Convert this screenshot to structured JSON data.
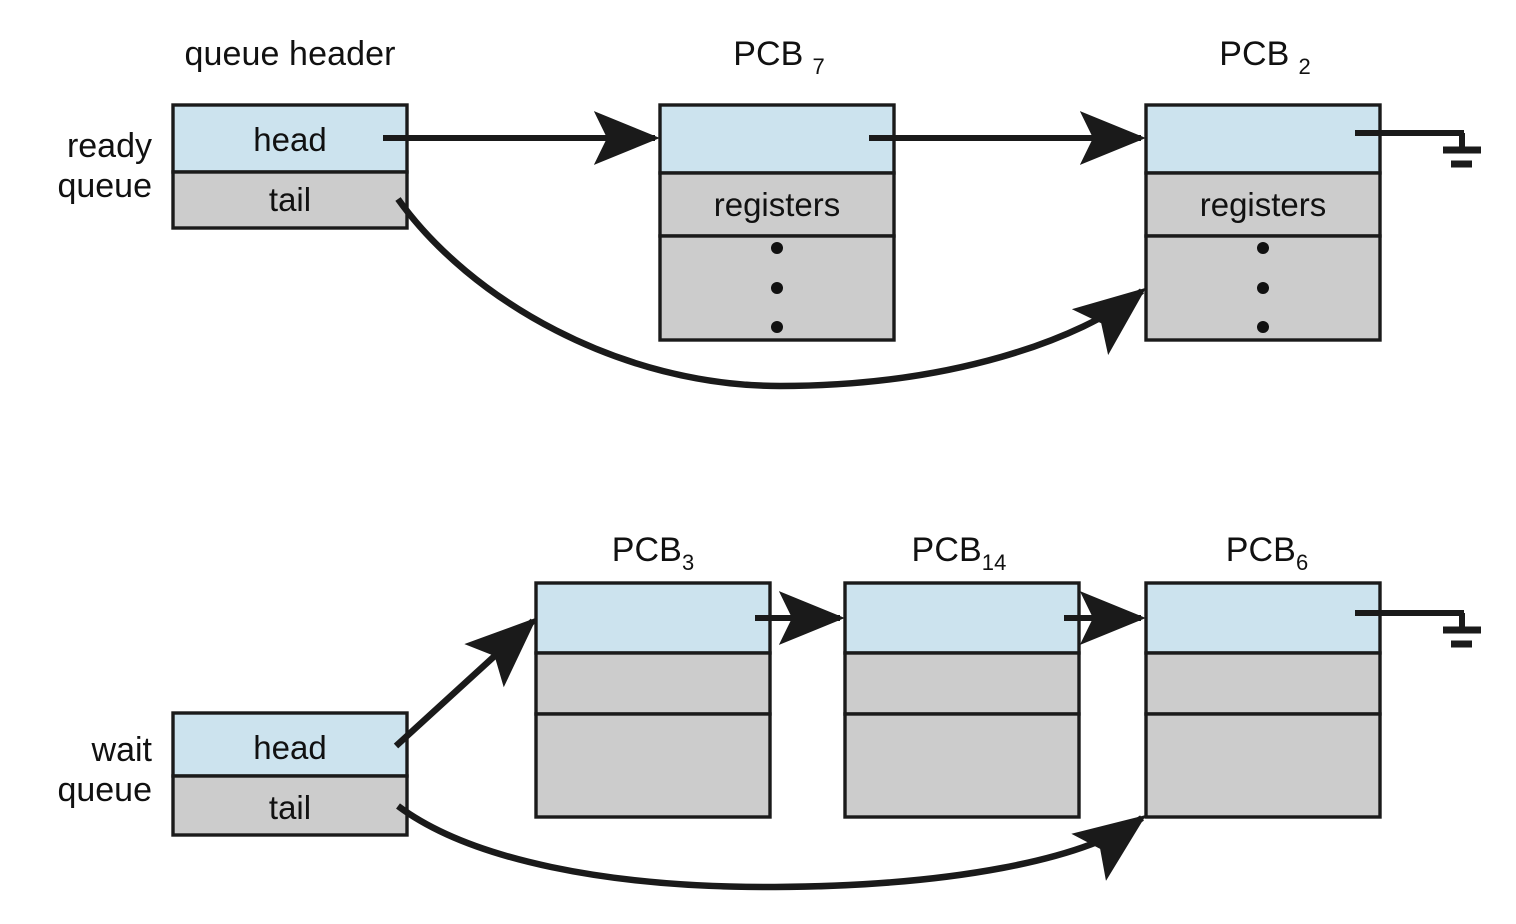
{
  "figure": {
    "title_top": "queue header",
    "colors": {
      "pointer_cell": "#cce3ee",
      "body_cell": "#cccccc",
      "stroke": "#1a1a1a",
      "background": "#ffffff"
    }
  },
  "ready_queue": {
    "side_label_line1": "ready",
    "side_label_line2": "queue",
    "header_title": "queue header",
    "header_cells": [
      {
        "label": "head",
        "fill": "pointer"
      },
      {
        "label": "tail",
        "fill": "body"
      }
    ],
    "nodes": [
      {
        "title_base": "PCB",
        "title_sub": "7",
        "rows": [
          {
            "label": "",
            "fill": "pointer"
          },
          {
            "label": "registers",
            "fill": "body"
          },
          {
            "label": "⋮",
            "fill": "body",
            "dots": 3
          }
        ]
      },
      {
        "title_base": "PCB",
        "title_sub": "2",
        "rows": [
          {
            "label": "",
            "fill": "pointer"
          },
          {
            "label": "registers",
            "fill": "body"
          },
          {
            "label": "⋮",
            "fill": "body",
            "dots": 3
          }
        ]
      }
    ],
    "terminator": "ground-symbol"
  },
  "wait_queue": {
    "side_label_line1": "wait",
    "side_label_line2": "queue",
    "header_cells": [
      {
        "label": "head",
        "fill": "pointer"
      },
      {
        "label": "tail",
        "fill": "body"
      }
    ],
    "nodes": [
      {
        "title_base": "PCB",
        "title_sub": "3",
        "rows": [
          {
            "label": "",
            "fill": "pointer"
          },
          {
            "label": "",
            "fill": "body"
          },
          {
            "label": "",
            "fill": "body"
          }
        ]
      },
      {
        "title_base": "PCB",
        "title_sub": "14",
        "rows": [
          {
            "label": "",
            "fill": "pointer"
          },
          {
            "label": "",
            "fill": "body"
          },
          {
            "label": "",
            "fill": "body"
          }
        ]
      },
      {
        "title_base": "PCB",
        "title_sub": "6",
        "rows": [
          {
            "label": "",
            "fill": "pointer"
          },
          {
            "label": "",
            "fill": "body"
          },
          {
            "label": "",
            "fill": "body"
          }
        ]
      }
    ],
    "terminator": "ground-symbol"
  }
}
